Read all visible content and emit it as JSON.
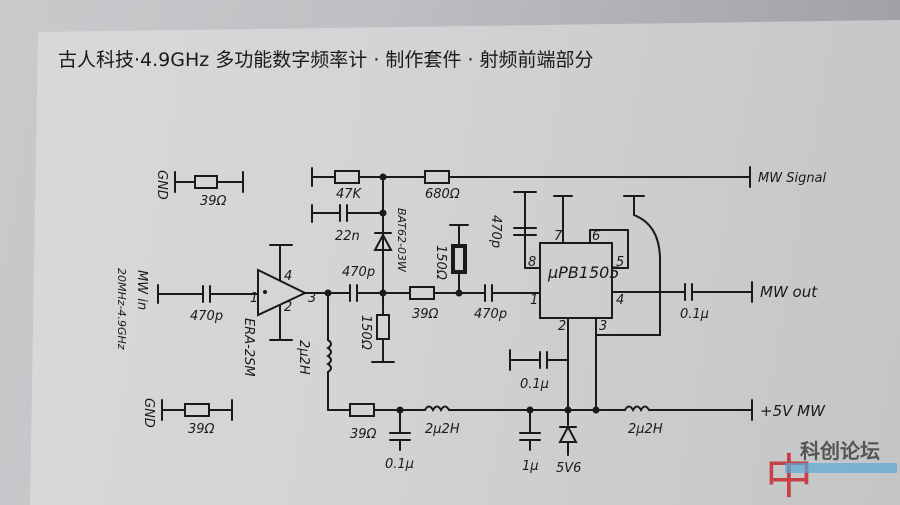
{
  "title": "古人科技·4.9GHz 多功能数字频率计 · 制作套件 · 射频前端部分",
  "labels": {
    "gnd_top": "GND",
    "r_gnd_top": "39Ω",
    "gnd_bottom": "GND",
    "r_gnd_bottom": "39Ω",
    "r_47k": "47K",
    "r_680": "680Ω",
    "mw_signal": "MW Signal",
    "c_22n": "22n",
    "diode": "BAT62-03W",
    "mw_in": "MW in",
    "mw_in_range": "20MHz-4.9GHz",
    "c_in": "470p",
    "amp": "ERA-2SM",
    "amp_pin1": "1",
    "amp_pin2": "2",
    "amp_pin3": "3",
    "amp_pin4": "4",
    "c_470p_a": "470p",
    "r_150_shunt": "150Ω",
    "r_39_series": "39Ω",
    "r_150_top": "150Ω",
    "c_470p_b": "470p",
    "c_470p_c": "470p",
    "ic": "μPB1505",
    "ic_pin1": "1",
    "ic_pin2": "2",
    "ic_pin3": "3",
    "ic_pin4": "4",
    "ic_pin5": "5",
    "ic_pin6": "6",
    "ic_pin7": "7",
    "ic_pin8": "8",
    "c_out": "0.1μ",
    "mw_out": "MW out",
    "l_amp": "2μ2H",
    "r_39_bias": "39Ω",
    "c_01_a": "0.1μ",
    "l_2": "2μ2H",
    "c_01_b": "0.1μ",
    "c_1u": "1μ",
    "zener": "5V6",
    "l_3": "2μ2H",
    "supply": "+5V MW"
  },
  "watermark": {
    "name": "科创论坛",
    "accent": "#c8202a"
  }
}
